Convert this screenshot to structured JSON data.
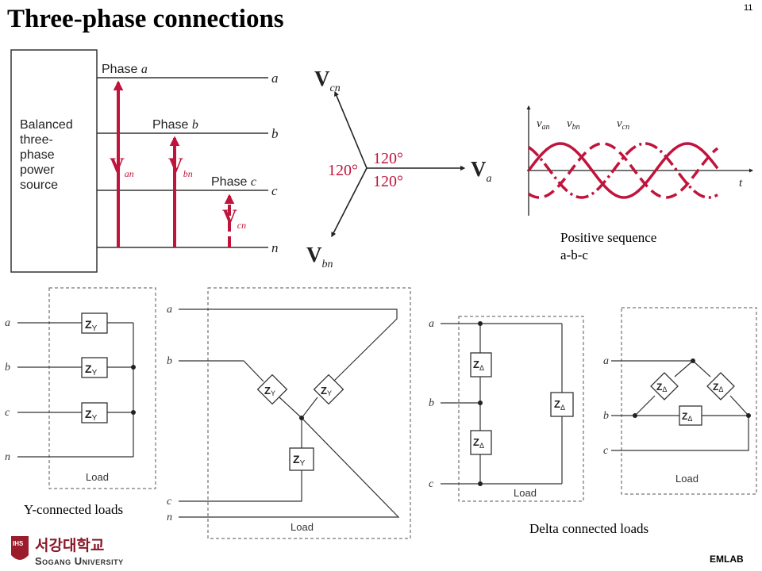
{
  "title": "Three-phase connections",
  "slide_number": "11",
  "footer": "EMLAB",
  "logo": {
    "korean": "서강대학교",
    "english": "Sogang University",
    "seal": "IHS"
  },
  "source": {
    "box_lines": [
      "Balanced",
      "three-",
      "phase",
      "power",
      "source"
    ],
    "phase_labels": [
      {
        "word": "Phase ",
        "letter": "a"
      },
      {
        "word": "Phase ",
        "letter": "b"
      },
      {
        "word": "Phase ",
        "letter": "c"
      }
    ],
    "terminal_labels": [
      "a",
      "b",
      "c",
      "n"
    ],
    "voltages": [
      {
        "main": "V",
        "sub": "an"
      },
      {
        "main": "V",
        "sub": "bn"
      },
      {
        "main": "V",
        "sub": "cn"
      }
    ],
    "colors": {
      "arrow": "#c0143c",
      "line": "#333333"
    }
  },
  "phasor": {
    "labels": [
      {
        "main": "V",
        "sub": "cn"
      },
      {
        "main": "V",
        "sub": "a"
      },
      {
        "main": "V",
        "sub": "bn"
      }
    ],
    "angles": [
      "120°",
      "120°",
      "120°"
    ]
  },
  "waveform": {
    "labels": [
      {
        "main": "v",
        "sub": "an"
      },
      {
        "main": "v",
        "sub": "bn"
      },
      {
        "main": "v",
        "sub": "cn"
      }
    ],
    "t_label": "t",
    "color": "#c0143c"
  },
  "captions": {
    "sequence": [
      "Positive sequence",
      "a-b-c"
    ],
    "y_connected": "Y-connected loads",
    "delta_connected": "Delta connected loads"
  },
  "loads": {
    "y_main": "Z",
    "y_sub": "Y",
    "delta_main": "Z",
    "delta_sub": "Δ",
    "load_label": "Load",
    "terminals_abcn": [
      "a",
      "b",
      "c",
      "n"
    ],
    "terminals_abc": [
      "a",
      "b",
      "c"
    ]
  }
}
